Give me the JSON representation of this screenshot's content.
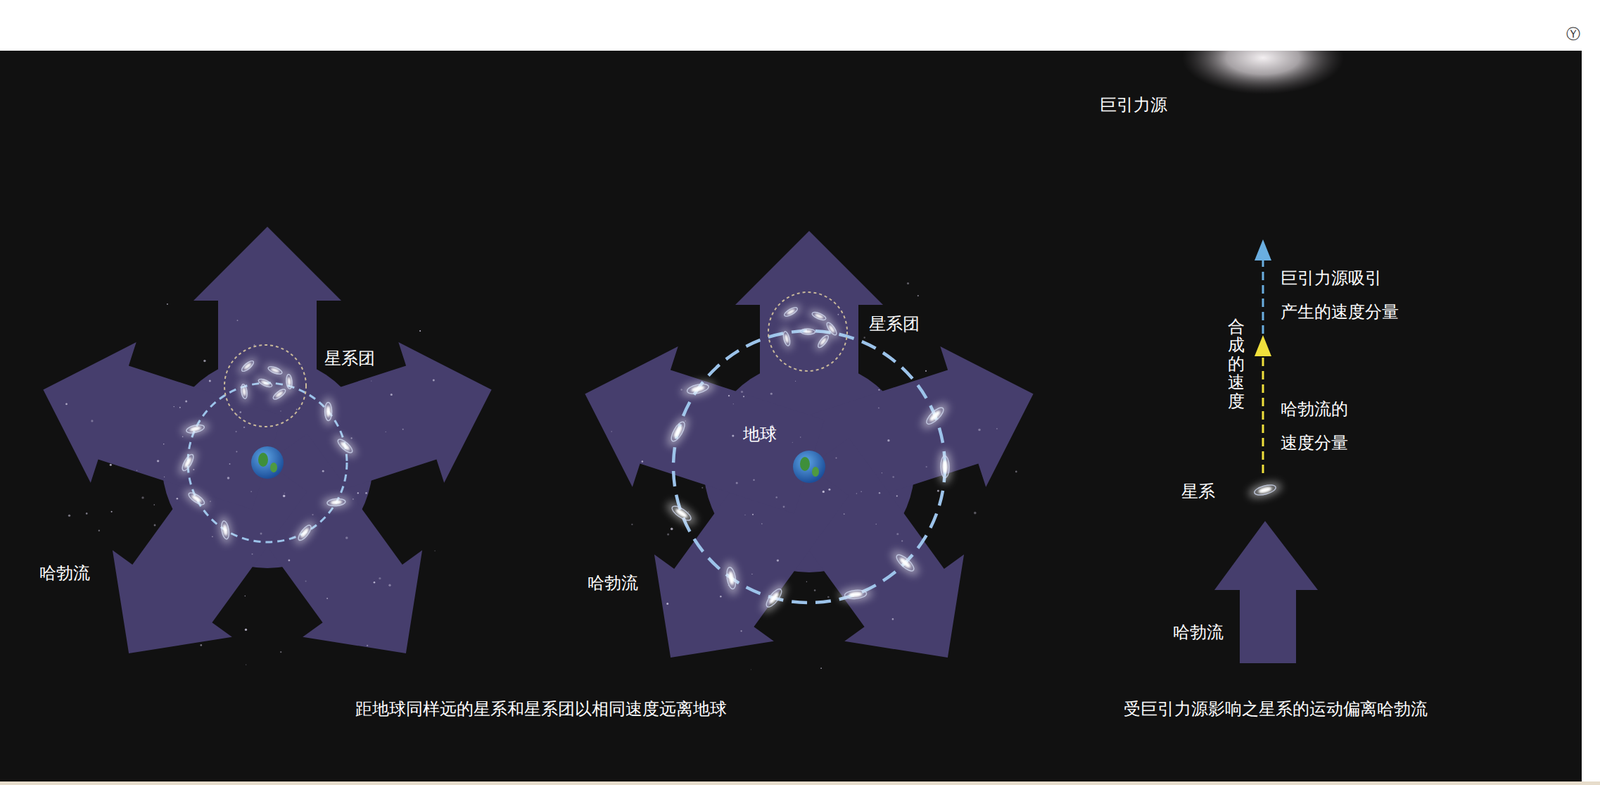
{
  "diagram": {
    "labels": [
      "Ⓨ",
      "巨引力源",
      "星系团",
      "地球",
      "星系团",
      "哈勃流",
      "哈勃流",
      "巨引力源吸引 产生的速度分量",
      "合成的速度",
      "哈勃流的 速度分量",
      "星系",
      "哈勃流",
      "距地球同样远的星系和星系团以相同速度远离地球",
      "受巨引力源影响之星系的运动偏离哈勃流"
    ]
  }
}
